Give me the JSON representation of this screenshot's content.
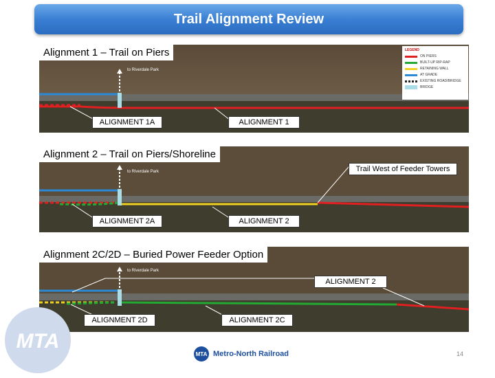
{
  "title": "Trail Alignment Review",
  "panels": [
    {
      "caption": "Alignment 1 – Trail on Piers",
      "park_label": "to Riverdale Park",
      "labels": [
        "ALIGNMENT 1A",
        "ALIGNMENT 1"
      ]
    },
    {
      "caption": "Alignment 2 – Trail on Piers/Shoreline",
      "park_label": "to Riverdale Park",
      "labels": [
        "ALIGNMENT 2A",
        "ALIGNMENT 2"
      ],
      "callout": "Trail West of Feeder Towers"
    },
    {
      "caption": "Alignment 2C/2D – Buried Power Feeder Option",
      "park_label": "to Riverdale Park",
      "labels": [
        "ALIGNMENT 2D",
        "ALIGNMENT 2C",
        "ALIGNMENT 2"
      ]
    }
  ],
  "legend": {
    "title": "LEGEND",
    "items": [
      {
        "label": "ON PIERS",
        "color": "#e02020"
      },
      {
        "label": "BUILT-UP RIP-RAP",
        "color": "#22aa33"
      },
      {
        "label": "RETAINING WALL",
        "color": "#f0d020"
      },
      {
        "label": "AT GRADE",
        "color": "#2a8ad8"
      },
      {
        "label": "EXISTING ROAD/BRIDGE",
        "color": "#222222"
      },
      {
        "label": "BRIDGE",
        "color": "#a8dde8"
      }
    ]
  },
  "footer": {
    "badge": "MTA",
    "name": "Metro-North Railroad",
    "page": "14"
  },
  "watermark": "MTA"
}
